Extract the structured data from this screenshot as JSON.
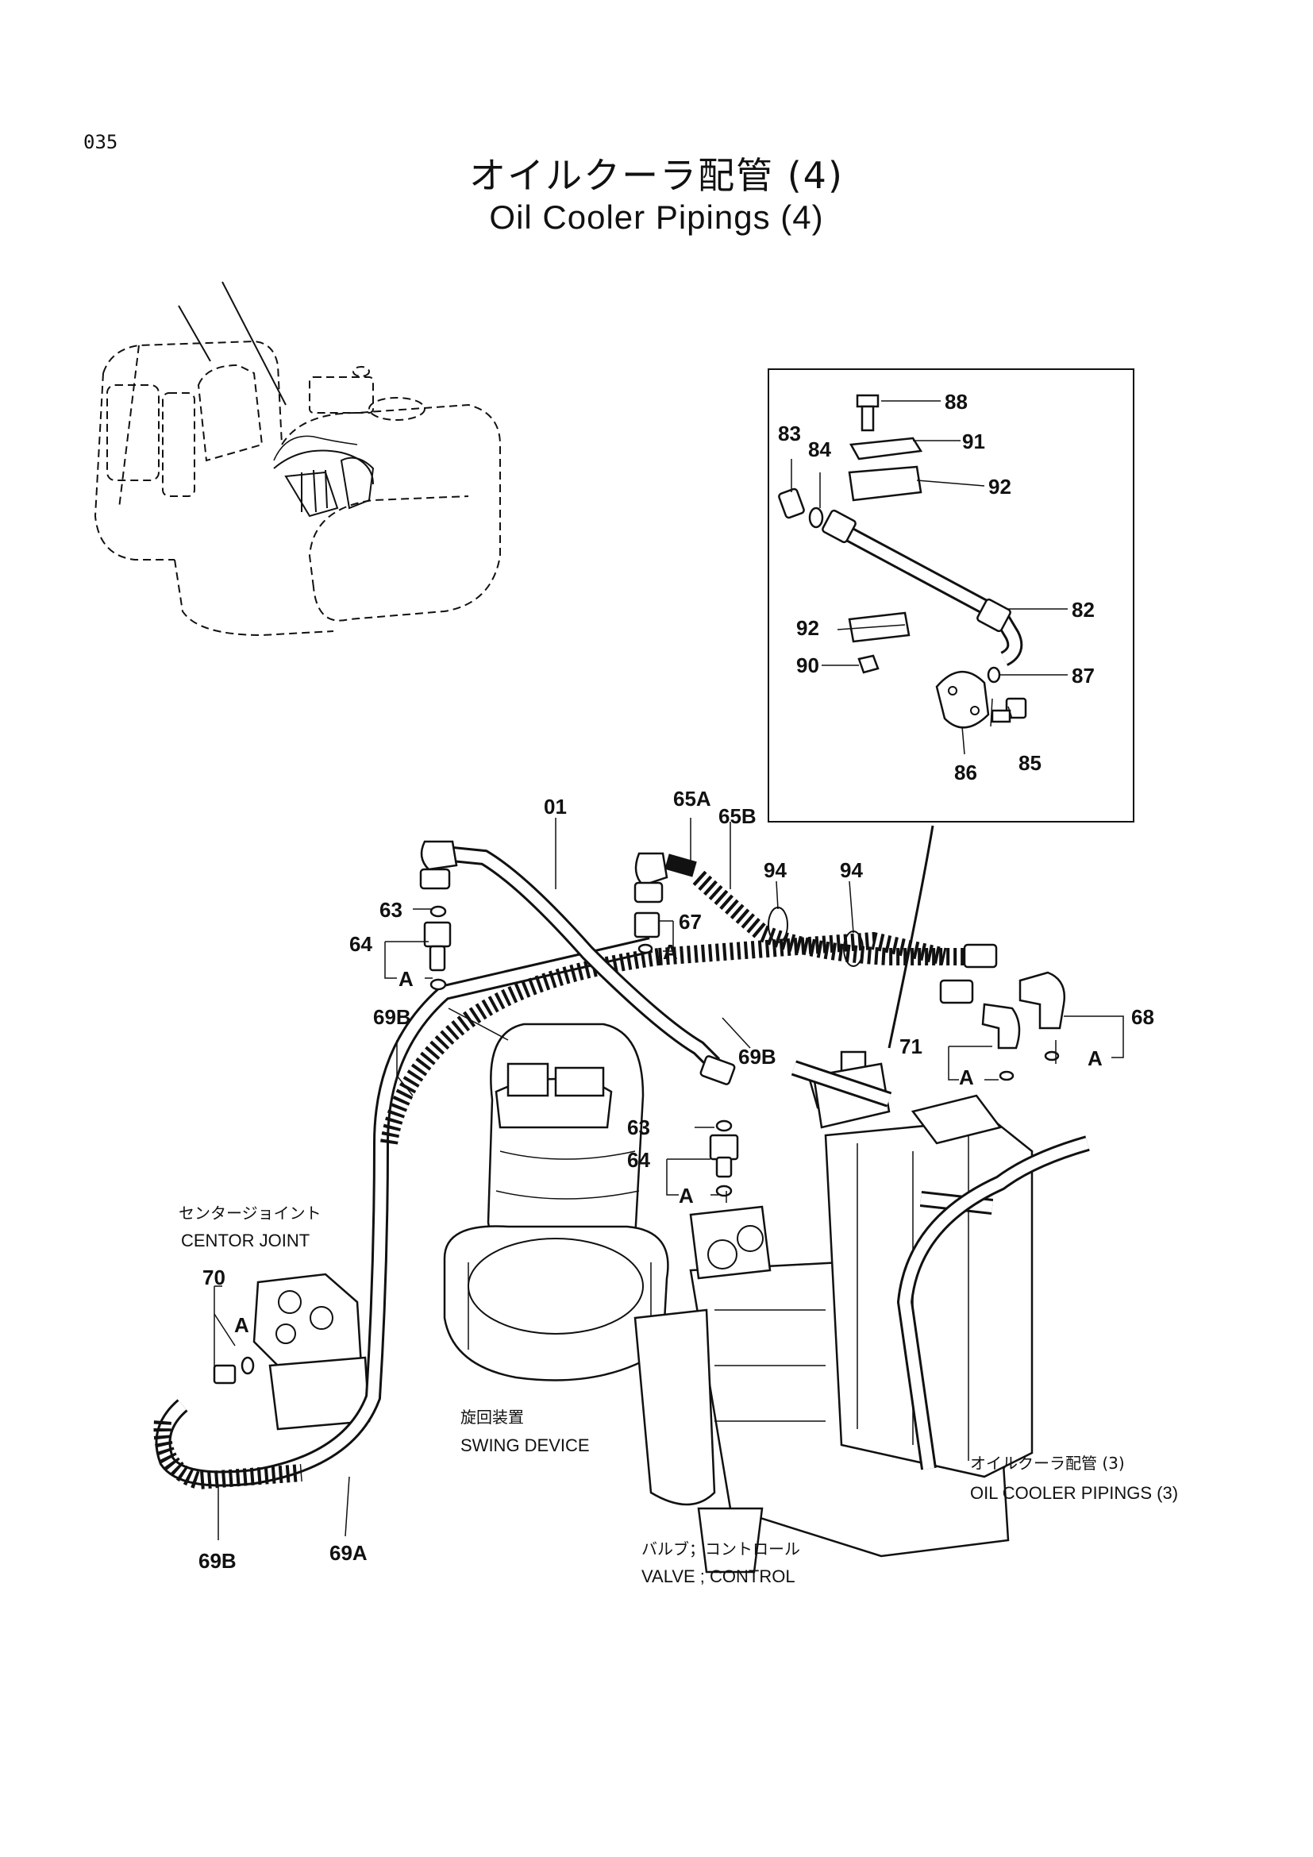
{
  "page": {
    "number": "035",
    "title_jp": "オイルクーラ配管 (4)",
    "title_en": "Oil Cooler Pipings (4)"
  },
  "labels": {
    "p01": "01",
    "p63a": "63",
    "p64a": "64",
    "pA1": "A",
    "p65A": "65A",
    "p65B": "65B",
    "p67": "67",
    "pA2": "A",
    "p94a": "94",
    "p94b": "94",
    "p68": "68",
    "pA3": "A",
    "p71": "71",
    "pA4": "A",
    "p69B_top": "69B",
    "p69B_mid": "69B",
    "p63b": "63",
    "p64b": "64",
    "pA5": "A",
    "p70": "70",
    "pA6": "A",
    "p69B_bot": "69B",
    "p69A": "69A",
    "p88": "88",
    "p91": "91",
    "p92a": "92",
    "p83": "83",
    "p84": "84",
    "p82": "82",
    "p92b": "92",
    "p90": "90",
    "p87": "87",
    "p86": "86",
    "p85": "85"
  },
  "captions": {
    "center_joint_jp": "センタージョイント",
    "center_joint_en": "CENTOR  JOINT",
    "swing_device_jp": "旋回装置",
    "swing_device_en": "SWING  DEVICE",
    "valve_jp": "バルブ；コントロール",
    "valve_en": "VALVE ; CONTROL",
    "oil_cooler_jp": "オイルクーラ配管 (3)",
    "oil_cooler_en": "OIL  COOLER  PIPINGS (3)"
  }
}
